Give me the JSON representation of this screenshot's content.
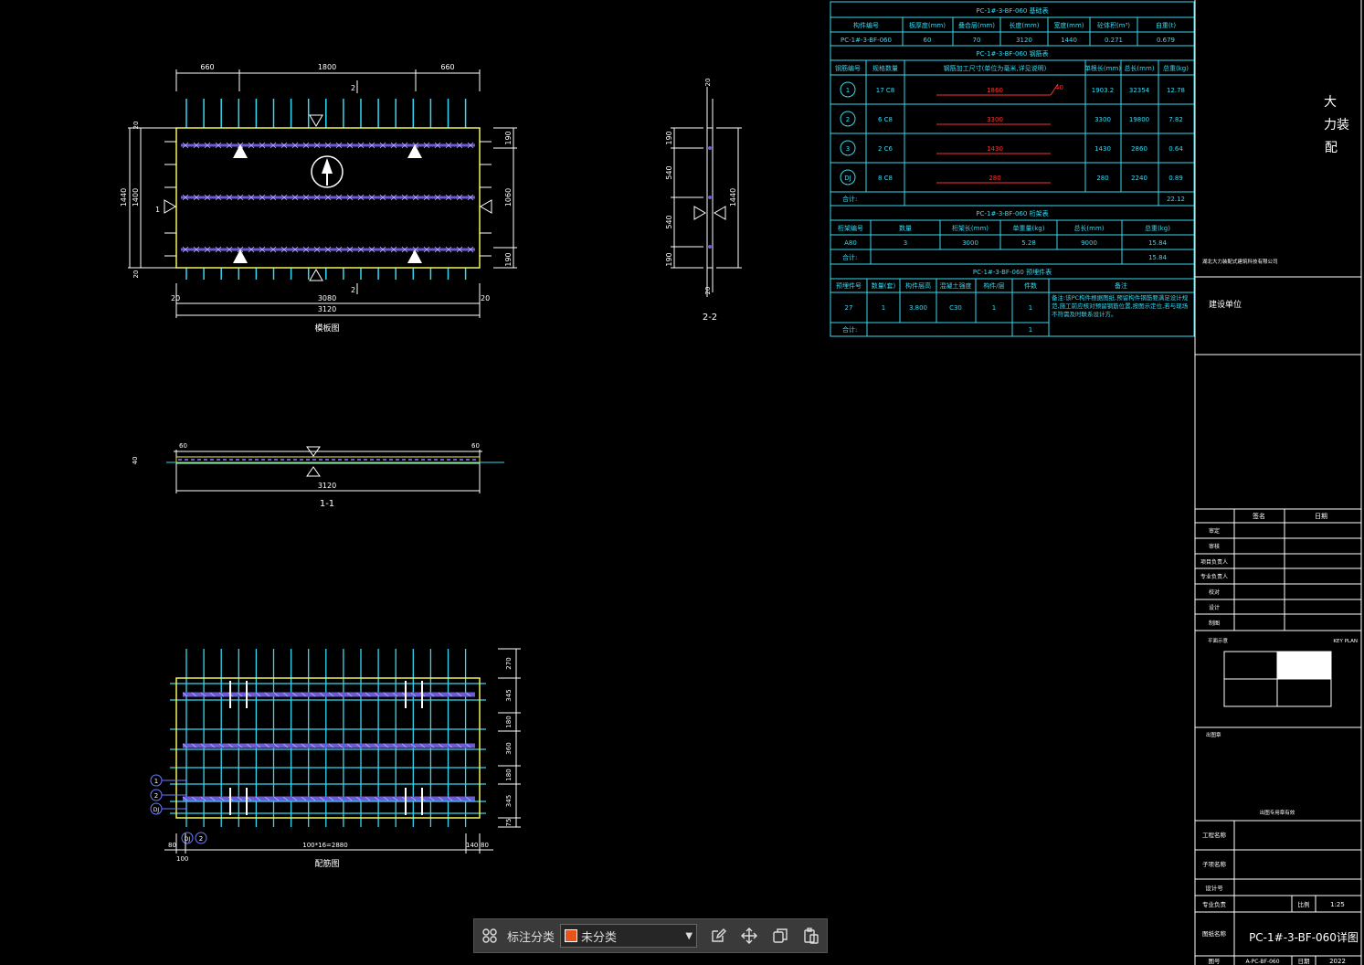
{
  "colors": {
    "background": "#000000",
    "cyan": "#35d9f2",
    "yellow": "#f2f25a",
    "purple": "#6b5bd6",
    "red": "#ff3030",
    "white": "#ffffff"
  },
  "plan": {
    "top_dims": [
      "660",
      "1800",
      "660"
    ],
    "left_dims": [
      "1440",
      "1400"
    ],
    "left_small": [
      "20",
      "20"
    ],
    "right_dims": [
      "190",
      "1060",
      "190"
    ],
    "bottom_dims": [
      "20",
      "3080",
      "20"
    ],
    "overall": "3120",
    "section_mark": "2",
    "side_mark": "1",
    "title": "模板图"
  },
  "section22": {
    "top": "20",
    "dims": [
      "190",
      "540",
      "540",
      "190"
    ],
    "right": "1440",
    "bottom": "20",
    "title": "2-2"
  },
  "section11": {
    "left": "60",
    "right": "60",
    "lm": "40",
    "overall": "3120",
    "title": "1-1"
  },
  "rebar_plan": {
    "right_dims": [
      "270",
      "345",
      "180",
      "360",
      "180",
      "345",
      "75"
    ],
    "tags": [
      "1",
      "2",
      "DJ",
      "DJ",
      "2"
    ],
    "bottom_left": "80",
    "bottom_mid": "100*16=2880",
    "bottom_right": "140",
    "bottom_far": "80",
    "bottom_start": "100",
    "title": "配筋图"
  },
  "table1": {
    "title": "PC-1#-3-BF-060 基础表",
    "headers": [
      "构件编号",
      "板厚度(mm)",
      "叠合层(mm)",
      "长度(mm)",
      "宽度(mm)",
      "砼体积(m³)",
      "自重(t)"
    ],
    "row": [
      "PC-1#-3-BF-060",
      "60",
      "70",
      "3120",
      "1440",
      "0.271",
      "0.679"
    ]
  },
  "table2": {
    "title": "PC-1#-3-BF-060 钢筋表",
    "headers": [
      "钢筋编号",
      "规格数量",
      "钢筋加工尺寸(单位为毫米,详见说明)",
      "单根长(mm)",
      "总长(mm)",
      "总重(kg)"
    ],
    "rows": [
      {
        "no": "1",
        "spec": "17 C8",
        "shape": "1860",
        "len": "1903.2",
        "total": "32354",
        "wt": "12.78"
      },
      {
        "no": "2",
        "spec": "6 C8",
        "shape": "3300",
        "len": "3300",
        "total": "19800",
        "wt": "7.82"
      },
      {
        "no": "3",
        "spec": "2 C6",
        "shape": "1430",
        "len": "1430",
        "total": "2860",
        "wt": "0.64"
      },
      {
        "no": "DJ",
        "spec": "8 C8",
        "shape": "280",
        "len": "280",
        "total": "2240",
        "wt": "0.89"
      }
    ],
    "hook": "40",
    "sum_label": "合计:",
    "sum": "22.12"
  },
  "table3": {
    "title": "PC-1#-3-BF-060 桁架表",
    "headers": [
      "桁架编号",
      "数量",
      "桁架长(mm)",
      "单重量(kg)",
      "总长(mm)",
      "总重(kg)"
    ],
    "row": [
      "A80",
      "3",
      "3000",
      "5.28",
      "9000",
      "15.84"
    ],
    "sum_label": "合计:",
    "sum": "15.84"
  },
  "table4": {
    "title": "PC-1#-3-BF-060 预埋件表",
    "headers": [
      "预埋件号",
      "数量(套)",
      "构件层高",
      "混凝土强度",
      "构件/层",
      "件数",
      "备注"
    ],
    "row": [
      "27",
      "1",
      "3.800",
      "C30",
      "1",
      "1"
    ],
    "note": "备注:该PC构件根据图纸,预留构件钢筋要满足设计规范,施工前应核对预留钢筋位置,按图示定位,若与现场不符需及时联系设计方。",
    "sum_label": "合计:",
    "sum": "1"
  },
  "titleblock": {
    "logo_lines": [
      "大",
      "力装",
      "配"
    ],
    "company_line": "湖北大力装配式建筑科技有限公司",
    "client": "建设单位",
    "sign_headers": [
      "签名",
      "日期"
    ],
    "sign_rows": [
      "审定",
      "审核",
      "项目负责人",
      "专业负责人",
      "校对",
      "设计",
      "制图"
    ],
    "keyplan_label": "平面示意",
    "keyplan": "KEY PLAN",
    "stamp_label": "出图章",
    "stamp_text": "出图专用章有效",
    "project_name": "工程名称",
    "sub_name": "子项名称",
    "design_no": "设计号",
    "scale_label": "比例",
    "scale": "1:25",
    "major": "专业负责",
    "drawing_name_label": "图纸名称",
    "drawing_name": "PC-1#-3-BF-060详图",
    "footer_left": "图号",
    "footer_mid": "A-PC-BF-060",
    "footer_date_label": "日期",
    "footer_date": "2022"
  },
  "toolbar": {
    "label": "标注分类",
    "selected": "未分类",
    "icons": [
      "grid-icon",
      "edit-icon",
      "move-icon",
      "copy-icon",
      "paste-icon"
    ]
  }
}
